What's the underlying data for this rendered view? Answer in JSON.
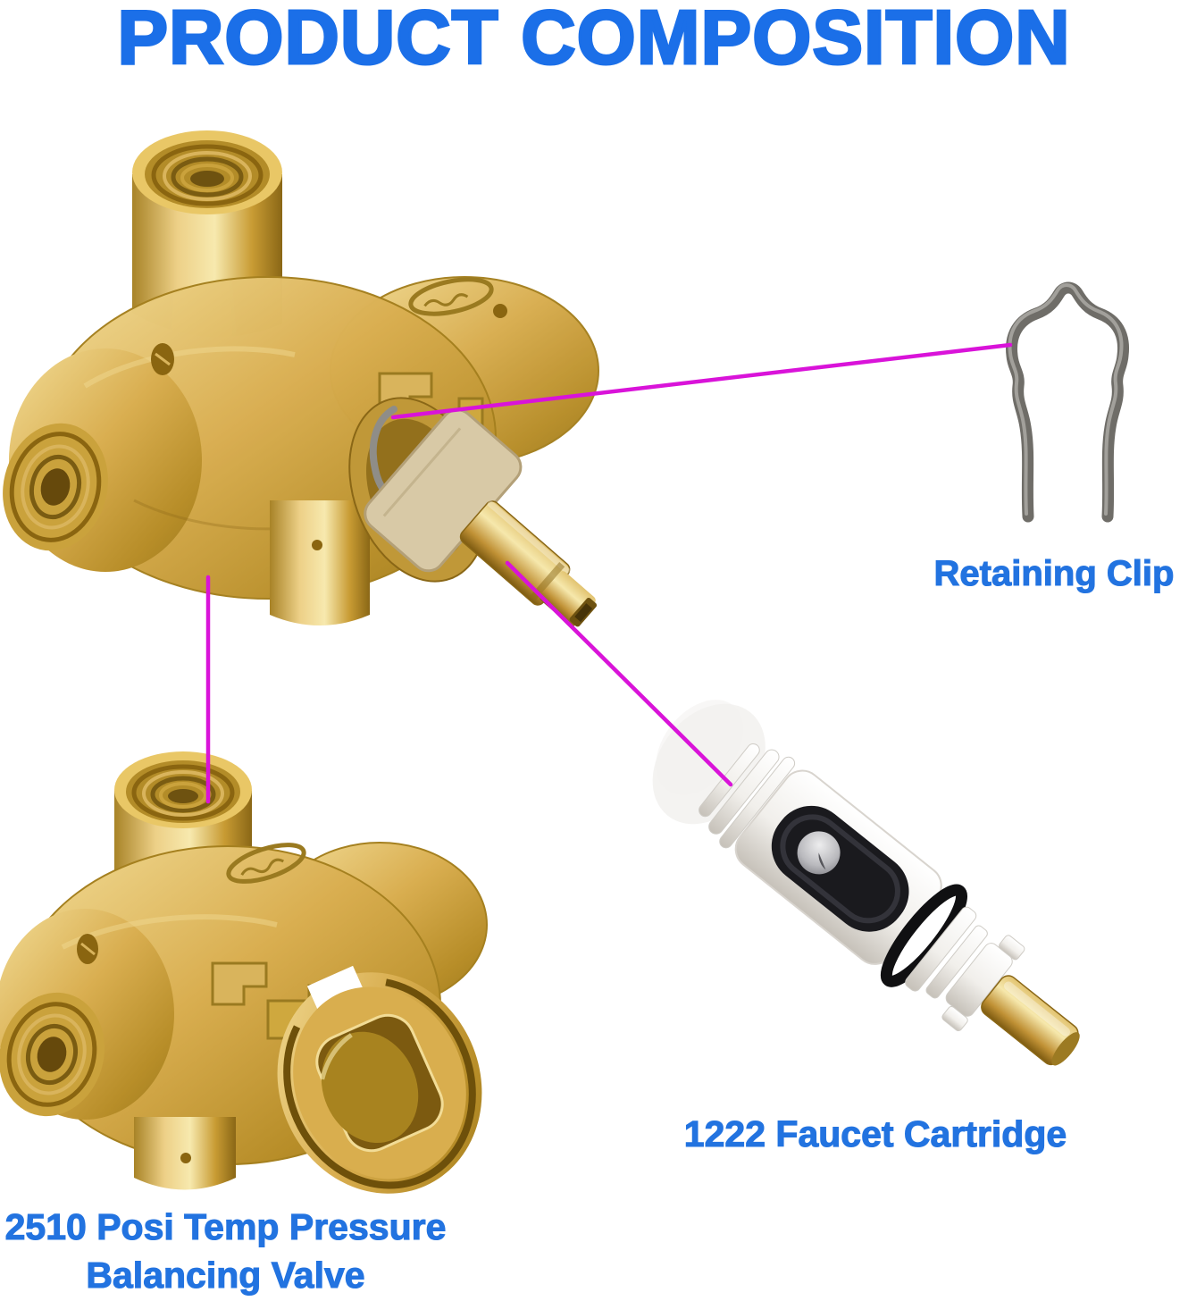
{
  "title": "PRODUCT COMPOSITION",
  "colors": {
    "title_blue": "#1b6fe8",
    "label_blue": "#2273e0",
    "callout_magenta": "#d913d9",
    "brass": "#d9ae50",
    "brass_shadow": "#8a6716",
    "clip_gray": "#6f6d68",
    "cartridge_body_white": "#f4f2ee",
    "cartridge_black": "#1a1a1e",
    "stem_brass": "#c89b33"
  },
  "parts": {
    "retaining_clip": {
      "label": "Retaining Clip"
    },
    "faucet_cartridge": {
      "label": "1222 Faucet Cartridge"
    },
    "balancing_valve": {
      "label_line1": "2510 Posi Temp Pressure",
      "label_line2": "Balancing Valve"
    }
  }
}
